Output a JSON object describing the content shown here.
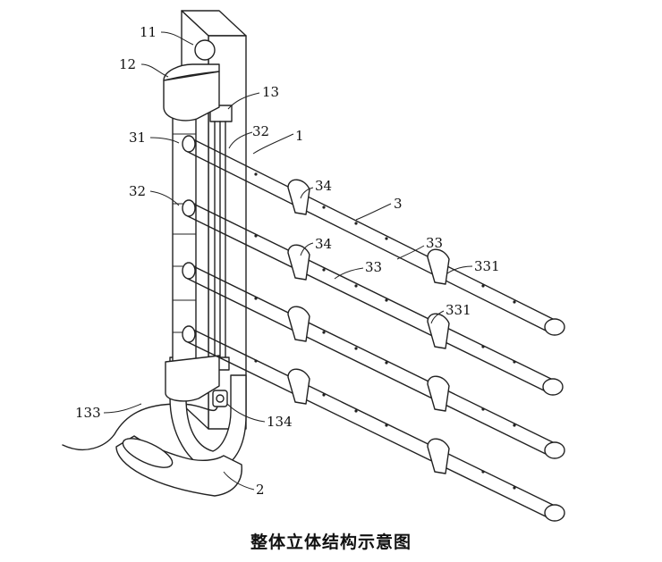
{
  "caption": "整体立体结构示意图",
  "labels": {
    "l11": "11",
    "l12": "12",
    "l13": "13",
    "l31": "31",
    "l32a": "32",
    "l32b": "32",
    "l1": "1",
    "l34a": "34",
    "l34b": "34",
    "l3": "3",
    "l33a": "33",
    "l33b": "33",
    "l331a": "331",
    "l331b": "331",
    "l133": "133",
    "l134": "134",
    "l2": "2"
  }
}
